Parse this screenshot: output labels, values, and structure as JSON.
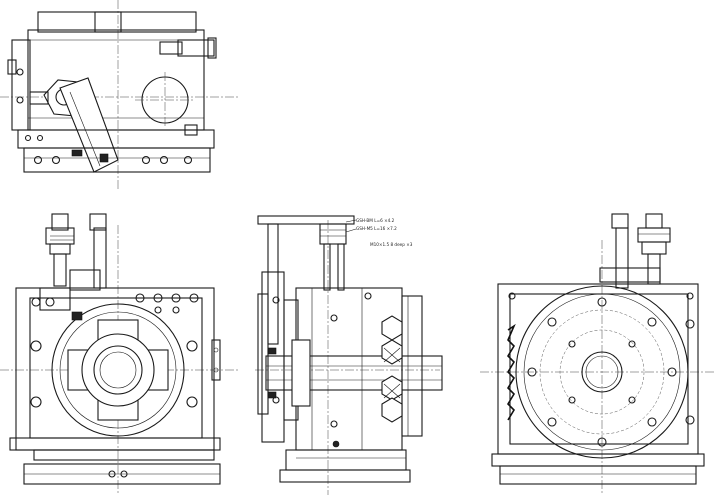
{
  "views": {
    "top": {
      "name": "top-view"
    },
    "front": {
      "name": "front-view"
    },
    "side": {
      "name": "side-view"
    },
    "rear": {
      "name": "rear-view"
    }
  },
  "notes": {
    "note1": "GSH-BM L=6 ×4.2",
    "note2": "GSH-M5 L=16 ×7.2",
    "note3": "M10×1.5 8 deep ×3"
  }
}
